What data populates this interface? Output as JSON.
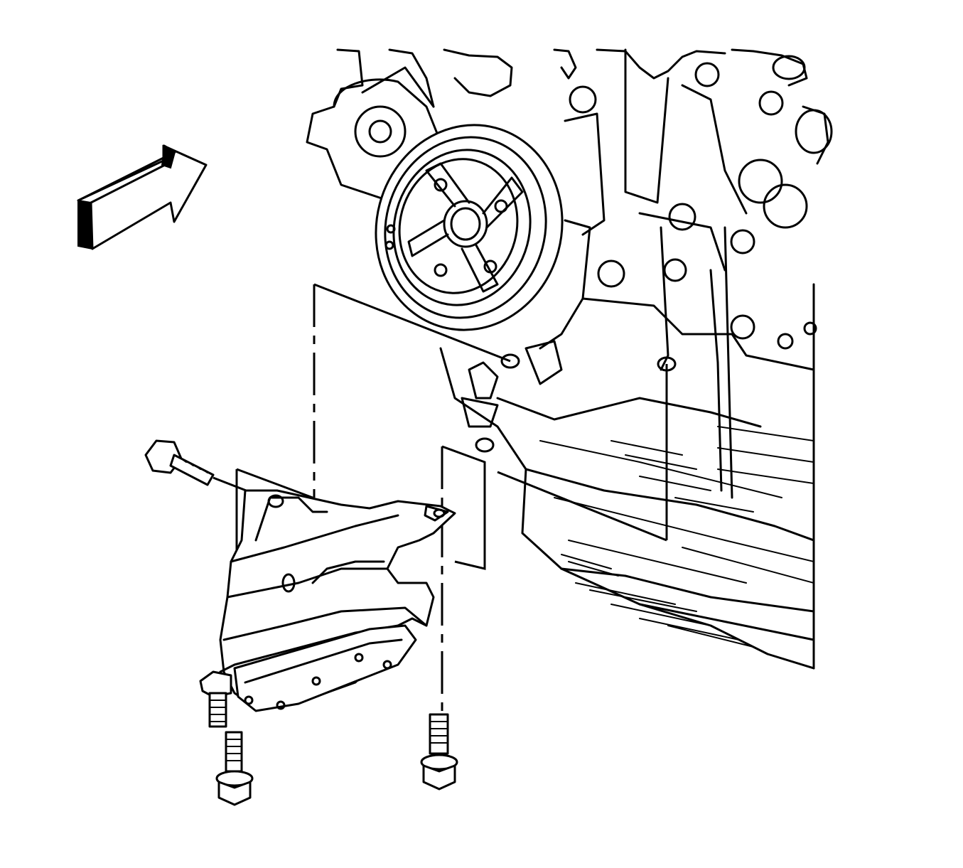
{
  "diagram": {
    "icons": {
      "direction_arrow": "front-direction-arrow-icon",
      "engine_block": "engine-block",
      "crank_pulley": "crankshaft-pulley",
      "mount_bracket": "engine-mount-bracket",
      "bolt": "bolt-icon"
    },
    "colors": {
      "line": "#000000",
      "background": "#ffffff"
    }
  }
}
